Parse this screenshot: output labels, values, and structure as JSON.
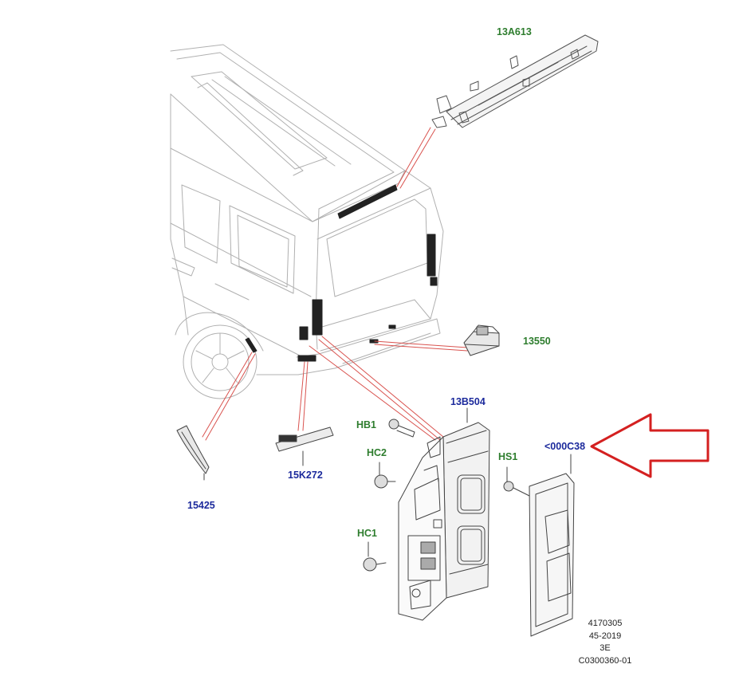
{
  "callouts": {
    "c_13A613": "13A613",
    "c_13550": "13550",
    "c_13B504": "13B504",
    "c_HB1": "HB1",
    "c_HC2": "HC2",
    "c_HC1": "HC1",
    "c_HS1": "HS1",
    "c_000C38": "<000C38",
    "c_15425": "15425",
    "c_15K272": "15K272"
  },
  "colors": {
    "supersession_label": "#1c2a9c",
    "standard_label": "#2e7d2e",
    "leader_line": "#d9534f",
    "highlight_arrow": "#d42020"
  },
  "info_block": {
    "line1": "4170305",
    "line2": "45-2019",
    "line3": "3E",
    "line4": "C0300360-01"
  }
}
